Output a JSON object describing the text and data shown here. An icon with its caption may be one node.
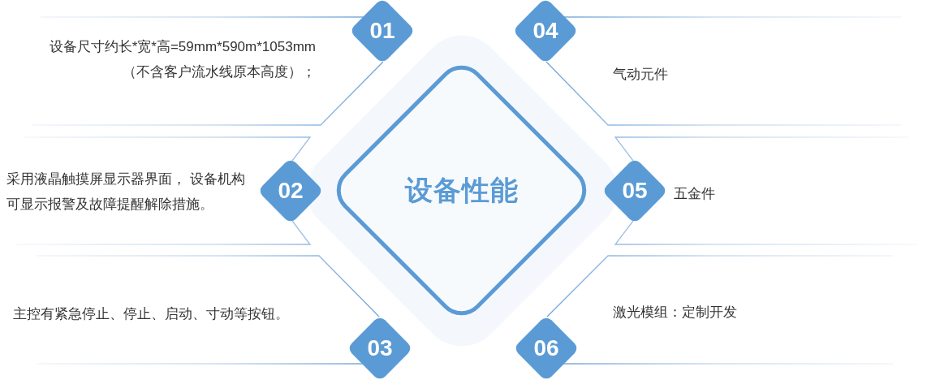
{
  "diagram": {
    "nodes": [
      {
        "text": [
          "设备性能"
        ]
      },
      {
        "text": [
          "01"
        ]
      },
      {
        "text": [
          "02"
        ]
      },
      {
        "text": [
          "03"
        ]
      },
      {
        "text": [
          "04"
        ]
      },
      {
        "text": [
          "05"
        ]
      },
      {
        "text": [
          "06"
        ]
      }
    ],
    "labels": [
      "设备尺寸约长*宽*高=59mm*590m*1053mm（不含客户流水线原本高度）；",
      "气动元件",
      "采用液晶触摸屏显示器界面， 设备机构可显示报警及故障提醒解除措施。",
      "五金件",
      "激光模组：定制开发",
      "主控有紧急停止、停止、启动、寸动等按钮。"
    ]
  }
}
